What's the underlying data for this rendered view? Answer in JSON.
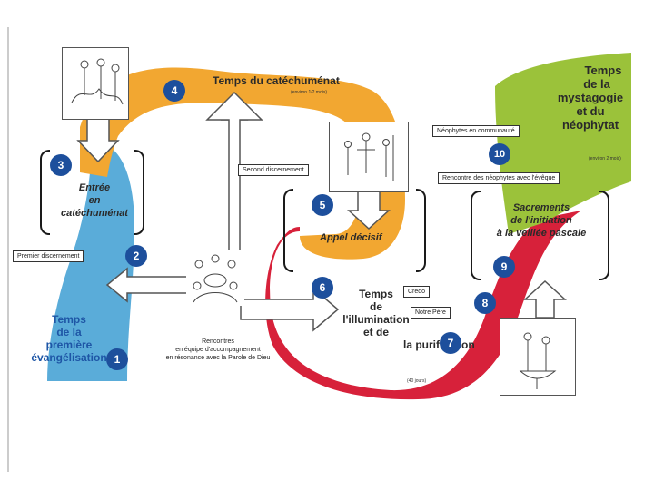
{
  "colors": {
    "blue": "#5aacd9",
    "orange": "#f2a731",
    "red": "#d7213a",
    "green": "#9bc23a",
    "badge": "#1d4f9c",
    "ink": "#2a2a2a"
  },
  "zones": {
    "premiere": [
      "Temps",
      "de la",
      "première",
      "évangélisation"
    ],
    "catechumenat": {
      "title": "Temps du catéchuménat",
      "duration": "(environ 1/2 mois)"
    },
    "illumination": {
      "lines": [
        "Temps",
        "de",
        "l'illumination",
        "et de",
        "la purification"
      ],
      "duration": "(40 jours)"
    },
    "mystagogie": {
      "lines": [
        "Temps",
        "de la",
        "mystagogie",
        "et du",
        "néophytat"
      ],
      "duration": "(environ 2 mois)"
    }
  },
  "steps": {
    "entree": [
      "Entrée",
      "en",
      "catéchuménat"
    ],
    "appel": "Appel décisif",
    "sacrements": [
      "Sacrements",
      "de l'initiation",
      "à la veillée pascale"
    ]
  },
  "labels": {
    "premier_discernement": "Premier discernement",
    "second_discernement": "Second discernement",
    "credo": "Credo",
    "notre_pere": "Notre Père",
    "neophytes_communaute": "Néophytes en communauté",
    "rencontre_eveque": "Rencontre des néophytes avec l'évêque"
  },
  "rencontres": [
    "Rencontres",
    "en équipe d'accompagnement",
    "en résonance avec la Parole de Dieu"
  ],
  "badges": [
    "1",
    "2",
    "3",
    "4",
    "5",
    "6",
    "7",
    "8",
    "9",
    "10"
  ],
  "icons": {
    "arrow": "hollow-arrow-icon",
    "people": "people-illustration-icon"
  }
}
